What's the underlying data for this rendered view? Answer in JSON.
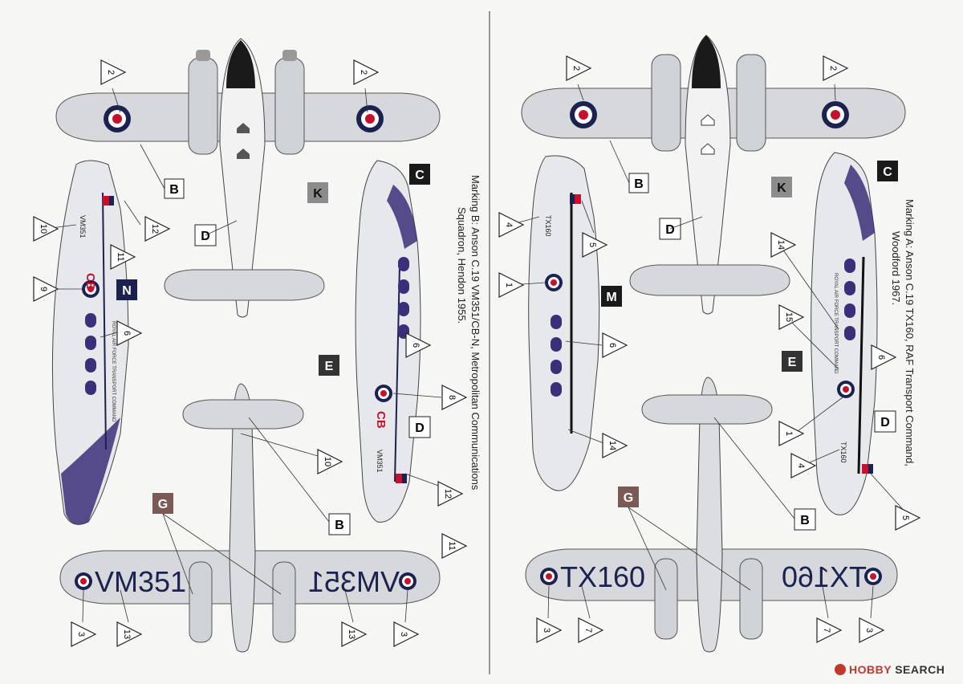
{
  "sheet": {
    "marking_a": {
      "line1": "Marking A: Anson C.19 TX160, RAF Transport Command,",
      "line2": "Woodford 1967.",
      "serial": "TX160",
      "code_letter": "M"
    },
    "marking_b": {
      "line1": "Marking B: Anson C.19 VM351/CB-N, Metropolitan Communications",
      "line2": "Squadron, Hendon 1955.",
      "serial": "VM351",
      "code": "CB",
      "code_letter": "N"
    },
    "letters": [
      "B",
      "C",
      "D",
      "E",
      "G",
      "K",
      "M",
      "N"
    ],
    "fuselage_text": [
      "ROYAL",
      "AIR",
      "FORCE",
      "TRANSPORT",
      "COMMAND"
    ],
    "watermark": {
      "prefix": "HOBBY",
      "suffix": "SEARCH"
    }
  },
  "colors": {
    "roundel_blue": "#1c2250",
    "roundel_red": "#c8102e",
    "aircraft_silver": "#d6d8dc",
    "purple_trim": "#3b2f7a",
    "brown_box": "#7b5a55",
    "grey_box": "#8c8c8c"
  }
}
